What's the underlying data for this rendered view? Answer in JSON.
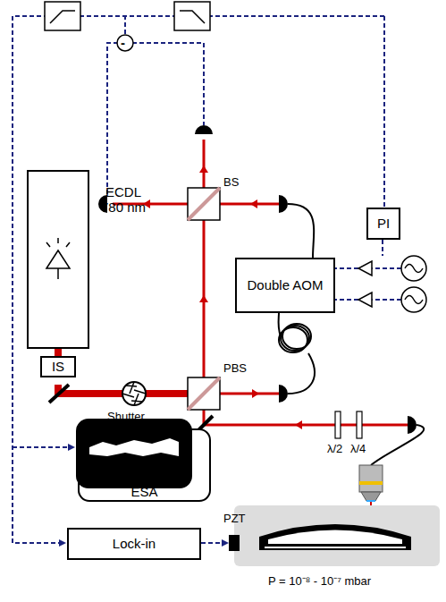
{
  "diagram": {
    "nodes": [
      {
        "text": [
          "ECDL 780 nm"
        ]
      },
      {
        "text": [
          "IS"
        ]
      },
      {
        "text": [
          "Double AOM"
        ]
      },
      {
        "text": [
          "PI"
        ]
      },
      {
        "text": [
          "ESA"
        ]
      },
      {
        "text": [
          "Lock-in"
        ]
      }
    ],
    "edges": [
      {
        "from": 0,
        "to": 1,
        "arrow": "none"
      }
    ],
    "labels": [
      "BS",
      "PBS",
      "Shutter",
      "λ/2",
      "λ/4",
      "PZT",
      "P = 10⁻⁸ - 10⁻⁷ mbar",
      "-"
    ]
  }
}
